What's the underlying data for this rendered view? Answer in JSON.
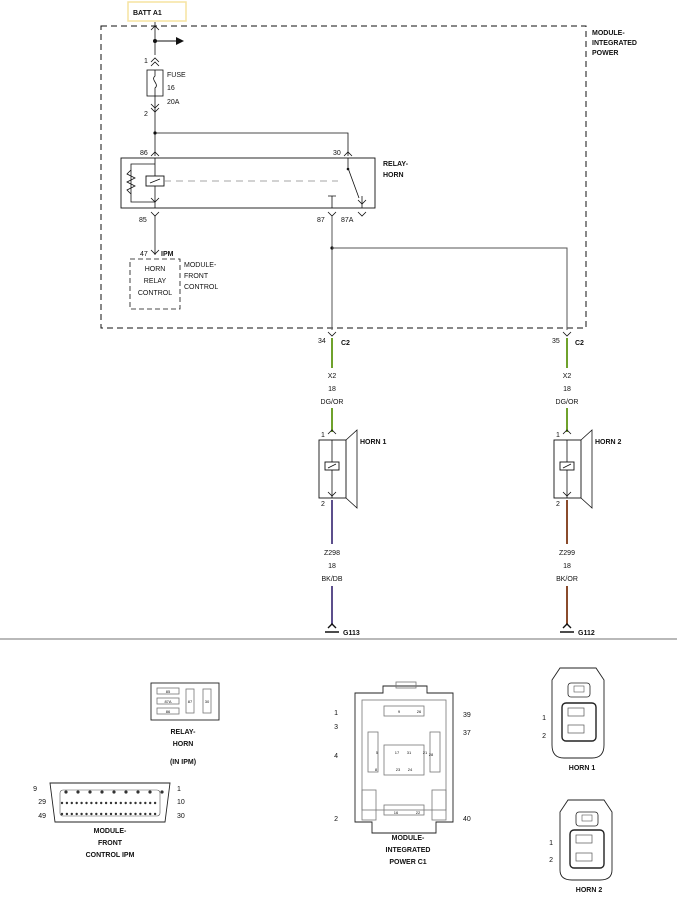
{
  "colors": {
    "batt_highlight": "#f5e3a1",
    "wire_default": "#555555",
    "wire_green": "#6fa22c",
    "wire_dg_or": "#6fa22c",
    "wire_bk_db": "#5c4f8c",
    "wire_bk_or": "#8a4b2c"
  },
  "top": {
    "batt": "BATT A1",
    "module_integrated_power": [
      "MODULE-",
      "INTEGRATED",
      "POWER"
    ],
    "fuse": {
      "pin_top": "1",
      "label": "FUSE",
      "number": "16",
      "rating": "20A",
      "pin_bottom": "2"
    },
    "relay": {
      "name": [
        "RELAY-",
        "HORN"
      ],
      "pin_86": "86",
      "pin_30": "30",
      "pin_85": "85",
      "pin_87": "87",
      "pin_87a": "87A"
    },
    "ipm": {
      "pin": "47",
      "connector": "IPM",
      "label": [
        "HORN",
        "RELAY",
        "CONTROL"
      ],
      "module": [
        "MODULE-",
        "FRONT",
        "CONTROL"
      ]
    },
    "left_branch": {
      "pin": "34",
      "connector": "C2",
      "circuit": "X2",
      "gauge": "18",
      "color": "DG/OR",
      "horn_pin_top": "1",
      "horn_name": "HORN 1",
      "horn_pin_bottom": "2",
      "ground_circuit": "Z298",
      "ground_gauge": "18",
      "ground_color": "BK/DB",
      "ground": "G113"
    },
    "right_branch": {
      "pin": "35",
      "connector": "C2",
      "circuit": "X2",
      "gauge": "18",
      "color": "DG/OR",
      "horn_pin_top": "1",
      "horn_name": "HORN 2",
      "horn_pin_bottom": "2",
      "ground_circuit": "Z299",
      "ground_gauge": "18",
      "ground_color": "BK/OR",
      "ground": "G112"
    }
  },
  "connectors": {
    "relay_horn": {
      "label": [
        "RELAY-",
        "HORN",
        "(IN IPM)"
      ],
      "pins": [
        "85",
        "87A",
        "86",
        "87",
        "30"
      ]
    },
    "mfc_ipm": {
      "label": [
        "MODULE-",
        "FRONT",
        "CONTROL IPM"
      ],
      "pins": [
        "9",
        "29",
        "49",
        "1",
        "10",
        "30"
      ]
    },
    "mip_c1": {
      "label": [
        "MODULE-",
        "INTEGRATED",
        "POWER C1"
      ],
      "pins": [
        "1",
        "3",
        "4",
        "2",
        "39",
        "37",
        "40"
      ],
      "inner_pins": [
        "9",
        "26",
        "5",
        "21",
        "28",
        "17",
        "31",
        "8",
        "23",
        "24",
        "16",
        "22"
      ]
    },
    "horn1": {
      "label": "HORN 1",
      "pins": [
        "1",
        "2"
      ]
    },
    "horn2": {
      "label": "HORN 2",
      "pins": [
        "1",
        "2"
      ]
    }
  }
}
